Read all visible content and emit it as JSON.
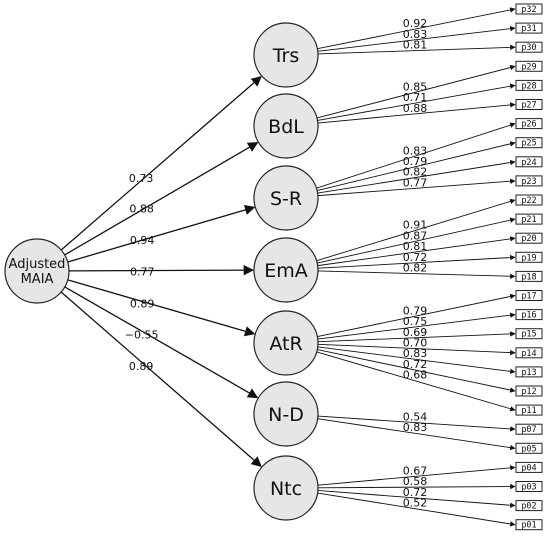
{
  "root": {
    "label_line1": "Adjusted",
    "label_line2": "MAIA"
  },
  "factors": [
    {
      "label": "Trs",
      "path_loading": "0.73",
      "items": [
        {
          "id": "p32",
          "loading": "0.92"
        },
        {
          "id": "p31",
          "loading": "0.83"
        },
        {
          "id": "p30",
          "loading": "0.81"
        }
      ]
    },
    {
      "label": "BdL",
      "path_loading": "0.88",
      "items": [
        {
          "id": "p29",
          "loading": "0.85"
        },
        {
          "id": "p28",
          "loading": "0.71"
        },
        {
          "id": "p27",
          "loading": "0.88"
        }
      ]
    },
    {
      "label": "S-R",
      "path_loading": "0.94",
      "items": [
        {
          "id": "p26",
          "loading": "0.83"
        },
        {
          "id": "p25",
          "loading": "0.79"
        },
        {
          "id": "p24",
          "loading": "0.82"
        },
        {
          "id": "p23",
          "loading": "0.77"
        }
      ]
    },
    {
      "label": "EmA",
      "path_loading": "0.77",
      "items": [
        {
          "id": "p22",
          "loading": "0.91"
        },
        {
          "id": "p21",
          "loading": "0.87"
        },
        {
          "id": "p20",
          "loading": "0.81"
        },
        {
          "id": "p19",
          "loading": "0.72"
        },
        {
          "id": "p18",
          "loading": "0.82"
        }
      ]
    },
    {
      "label": "AtR",
      "path_loading": "0.89",
      "items": [
        {
          "id": "p17",
          "loading": "0.79"
        },
        {
          "id": "p16",
          "loading": "0.75"
        },
        {
          "id": "p15",
          "loading": "0.69"
        },
        {
          "id": "p14",
          "loading": "0.70"
        },
        {
          "id": "p13",
          "loading": "0.83"
        },
        {
          "id": "p12",
          "loading": "0.72"
        },
        {
          "id": "p11",
          "loading": "0.68"
        }
      ]
    },
    {
      "label": "N-D",
      "path_loading": "−0.55",
      "items": [
        {
          "id": "p07",
          "loading": "0.54"
        },
        {
          "id": "p05",
          "loading": "0.83"
        }
      ]
    },
    {
      "label": "Ntc",
      "path_loading": "0.89",
      "items": [
        {
          "id": "p04",
          "loading": "0.67"
        },
        {
          "id": "p03",
          "loading": "0.58"
        },
        {
          "id": "p02",
          "loading": "0.72"
        },
        {
          "id": "p01",
          "loading": "0.52"
        }
      ]
    }
  ]
}
